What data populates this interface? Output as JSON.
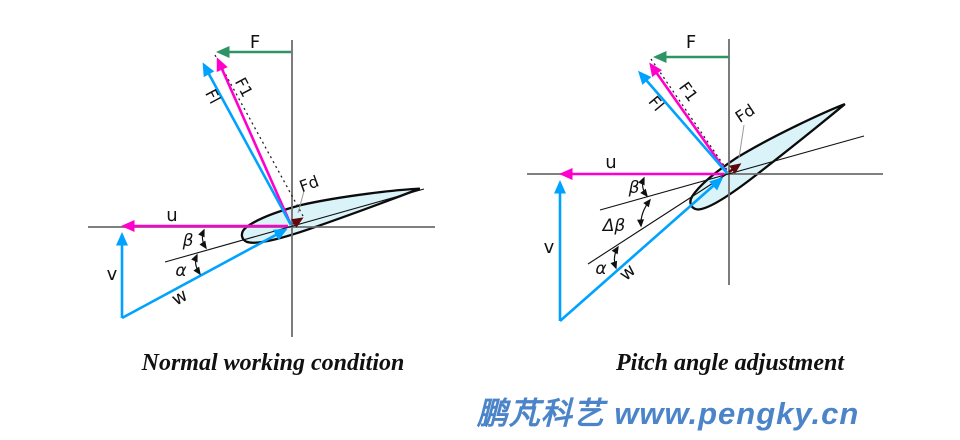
{
  "colors": {
    "magenta": "#ff00cc",
    "cyan": "#00a2ff",
    "green": "#2f9463",
    "dark_red": "#5e080c",
    "axis_gray": "#6e6e6e",
    "airfoil_fill": "#d9f3f9",
    "watermark_blue": "#4b84c8"
  },
  "left": {
    "title": "Normal working condition",
    "labels": {
      "F": "F",
      "F1": "F1",
      "Fl": "Fl",
      "Fd": "Fd",
      "u": "u",
      "v": "v",
      "w": "w",
      "beta": "β",
      "alpha": "α"
    }
  },
  "right": {
    "title": "Pitch angle adjustment",
    "labels": {
      "F": "F",
      "F1": "F1",
      "Fl": "Fl",
      "Fd": "Fd",
      "u": "u",
      "v": "v",
      "w": "w",
      "beta": "β",
      "delta_beta": "Δβ",
      "alpha": "α"
    }
  },
  "watermark": "鹏芃科艺 www.pengky.cn"
}
